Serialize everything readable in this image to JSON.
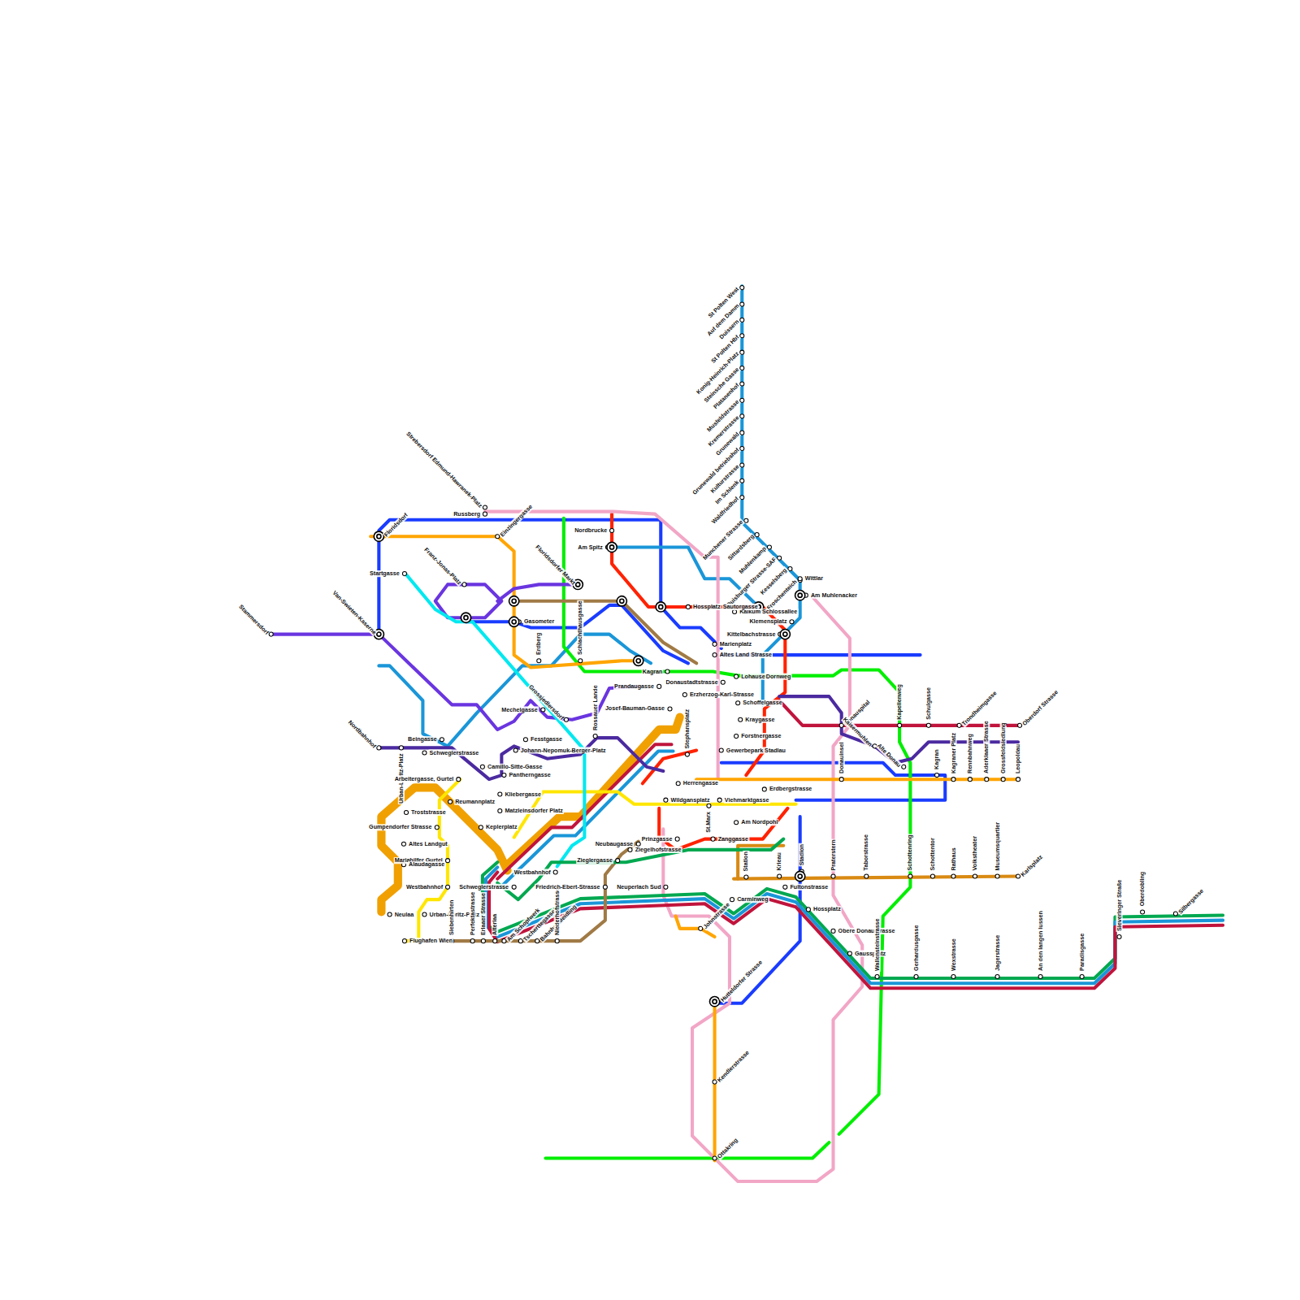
{
  "diagram": {
    "labels": [
      "St Polten West",
      "Auf dem Damm",
      "Duissern",
      "St Polten Hbf",
      "Konig-Heinrich-Platz",
      "Steinsche Gasse",
      "Platanenhof",
      "Musfeldstrasse",
      "Kremerstrasse",
      "Grunewald",
      "Grunewald betriebshof",
      "Kulturstrasse",
      "Im Schlenk",
      "Waldfriedhof",
      "Munchener Strasse",
      "Sittardsberg",
      "Muhlenkamp",
      "Duisburger Strasse-SAF",
      "Kesselsberg",
      "Froschenteich",
      "Wittlar",
      "Am Muhlenacker",
      "Kalkum Schlossallee",
      "Klemensplatz",
      "Kittelbachstrasse",
      "Hossplatz",
      "Sautorgasse",
      "Marienplatz",
      "Altes Land Strasse",
      "Lohausen",
      "Dornweg",
      "Donaustadtstrasse",
      "Erzherzog-Karl-Strasse",
      "Schoffelgasse",
      "Kraygasse",
      "Forstnergasse",
      "Gewerbepark Stadlau",
      "Kagran",
      "Prandaugasse",
      "Josef-Bauman-Gasse",
      "Russberg",
      "Strebersdorf Edmund-Hawranek-Platz",
      "Nordbrucke",
      "Am Spitz",
      "Floridsdorf",
      "Einzingergasse",
      "Floridsdorfer Markt",
      "Gasometer",
      "Erdberg",
      "Schlachthausgasse",
      "Startgasse",
      "Franz-Jonas-Platz",
      "Stammersdorf",
      "Van-Swieten-Kaserne",
      "Nordbahnhof",
      "Beingasse",
      "Schweglerstrasse",
      "Urban-Loritz-Platz",
      "Fesstgasse",
      "Johann-Nepomuk-Berger-Platz",
      "Camillo-Sitte-Gasse",
      "Pantherngasse",
      "Mechelgasse",
      "Grossjedlersdorf",
      "Rossauer Lande",
      "Arbeitergasse, Gurtel",
      "Reumannplatz",
      "Troststrasse",
      "Gumpendorfer Strasse",
      "Keplerplatz",
      "Altes Landgut",
      "Mariahilfer Gurtel",
      "Alaudagasse",
      "Westbahnhof",
      "Neulaa",
      "Urban-Loritz-Platz",
      "Flughafen Wien",
      "Siebenhirten",
      "Perfektastrasse",
      "Erlaaer Strasse",
      "Alterlaa",
      "Am Schopfwerk",
      "Tscherttegasse",
      "Bahnhof Meidling",
      "Niederhofstrasse",
      "Kliebergasse",
      "Matzleinsdorfer Platz",
      "Schweglerstrasse",
      "Westbahnhof",
      "Friedrich-Ebert-Strasse",
      "Neuperlach Sud",
      "Zieglergasse",
      "Neubaugasse",
      "Ziegelhofstrasse",
      "Prinzgasse",
      "Zanggasse",
      "Wildgansplatz",
      "Herrengasse",
      "Viehmarktgasse",
      "St.Marx",
      "Erdbergstrasse",
      "Am Nordpohl",
      "Station",
      "Krieau",
      "Stadion",
      "Fultonstrasse",
      "Hossplatz",
      "Obere Donaustrasse",
      "Gaussplatz",
      "Carminweg",
      "Johnstrasse",
      "Hutteldorfer Strasse",
      "Kendlerstrasse",
      "Ottakring",
      "Wallensteinstrasse",
      "Gerhardusgasse",
      "Wexstrasse",
      "Jagerstrasse",
      "An den langen lussen",
      "Paradisgasse",
      "Sieveringer Straße",
      "Oberdobling",
      "Silbergasse",
      "Praterstern",
      "Taborstrasse",
      "Schottenring",
      "Schottentor",
      "Rathaus",
      "Volkstheater",
      "Museumsquartier",
      "Karlsplatz",
      "Donauinsel",
      "Kagran",
      "Kagraner Platz",
      "Rennbahnweg",
      "Aderklaaer Strasse",
      "Grossfeldsiedlung",
      "Leopoldau",
      "Alte Donau",
      "Donauspital",
      "Kapellenweg",
      "Schulgasse",
      "Trondheimgasse",
      "Oberdorf Strasse",
      "Stephansplatz",
      "Kaisermuhlen"
    ]
  }
}
